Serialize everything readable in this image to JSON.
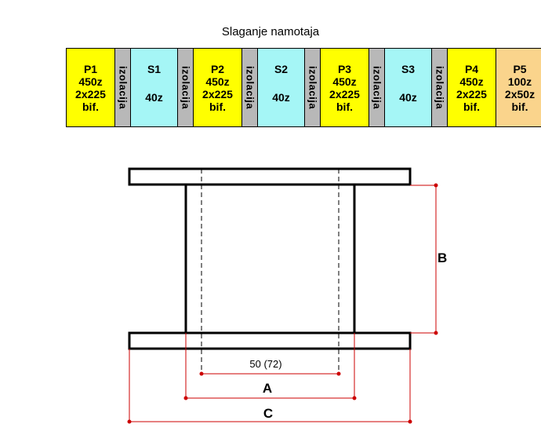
{
  "title": "Slaganje namotaja",
  "segments": [
    {
      "kind": "p",
      "lines": [
        "P1",
        "450z",
        "2x225",
        "bif."
      ]
    },
    {
      "kind": "i",
      "text": "izolacija"
    },
    {
      "kind": "s",
      "lines": [
        "S1",
        "40z"
      ]
    },
    {
      "kind": "i",
      "text": "izolacija"
    },
    {
      "kind": "p",
      "lines": [
        "P2",
        "450z",
        "2x225",
        "bif."
      ]
    },
    {
      "kind": "i",
      "text": "izolacija"
    },
    {
      "kind": "s",
      "lines": [
        "S2",
        "40z"
      ]
    },
    {
      "kind": "i",
      "text": "izolacija"
    },
    {
      "kind": "p",
      "lines": [
        "P3",
        "450z",
        "2x225",
        "bif."
      ]
    },
    {
      "kind": "i",
      "text": "izolacija"
    },
    {
      "kind": "s",
      "lines": [
        "S3",
        "40z"
      ]
    },
    {
      "kind": "i",
      "text": "izolacija"
    },
    {
      "kind": "p",
      "lines": [
        "P4",
        "450z",
        "2x225",
        "bif."
      ]
    },
    {
      "kind": "p5",
      "lines": [
        "P5",
        "100z",
        "2x50z",
        "bif."
      ]
    }
  ],
  "labels": {
    "b": "B",
    "inner": "50 (72)",
    "a": "A",
    "c": "C"
  },
  "colors": {
    "primary": "#ffff00",
    "secondary": "#a5f6f6",
    "insulation": "#b8b8b8",
    "p5": "#fad48c",
    "dimension": "#cc0000"
  }
}
